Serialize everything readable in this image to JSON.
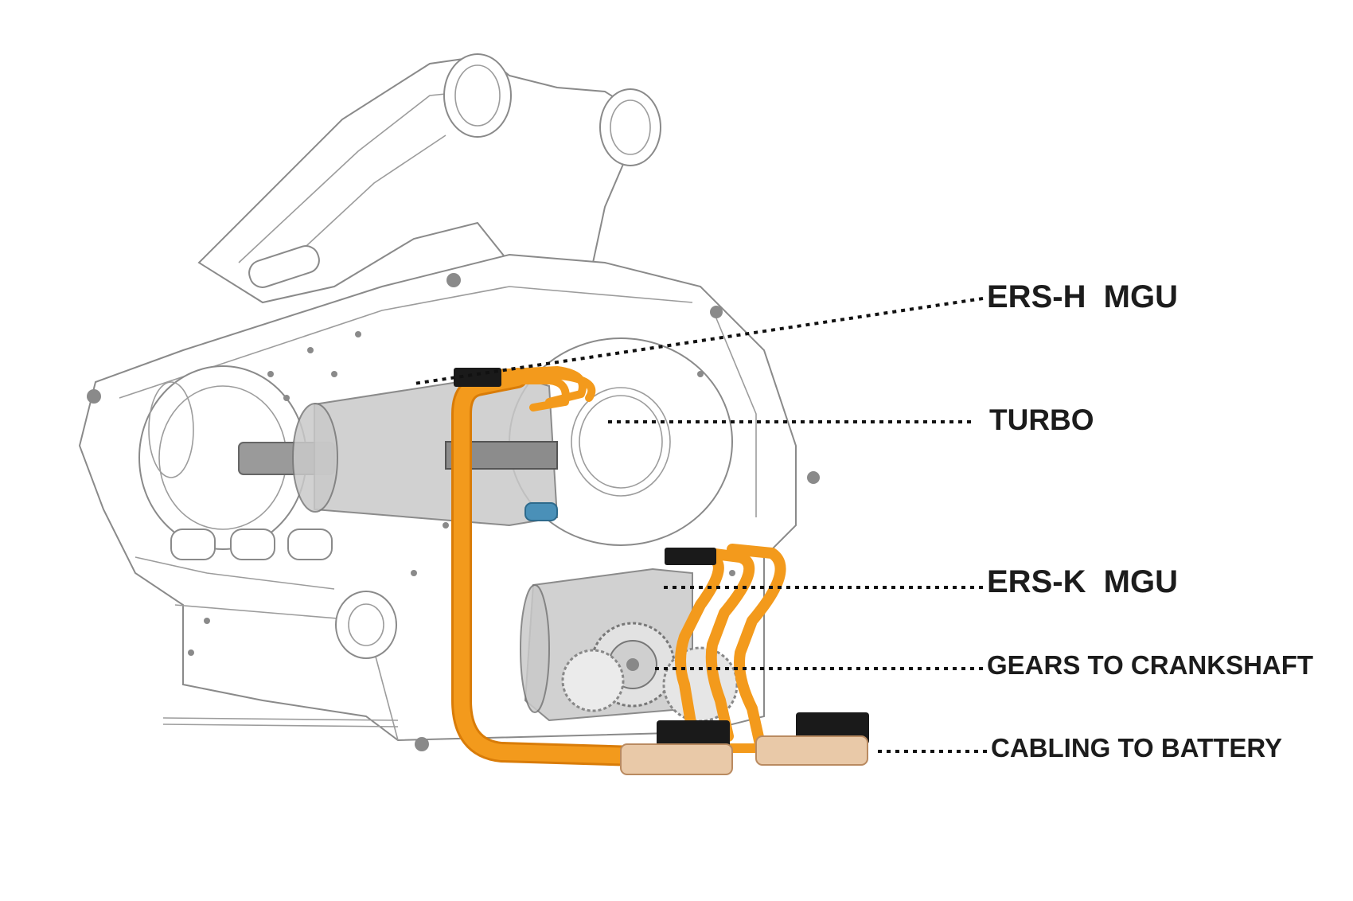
{
  "diagram": {
    "labels": {
      "ers_h": "ERS-H  MGU",
      "turbo": "TURBO",
      "ers_k": "ERS-K  MGU",
      "gears": "GEARS TO CRANKSHAFT",
      "cabling": "CABLING TO BATTERY"
    },
    "colors": {
      "cable": "#f39a1c",
      "connector_black": "#1a1a1a",
      "connector_tan": "#e9c9a8",
      "motor_grey": "#c9c9c9",
      "outline": "#8a8a8a",
      "label": "#1c1c1c"
    }
  }
}
